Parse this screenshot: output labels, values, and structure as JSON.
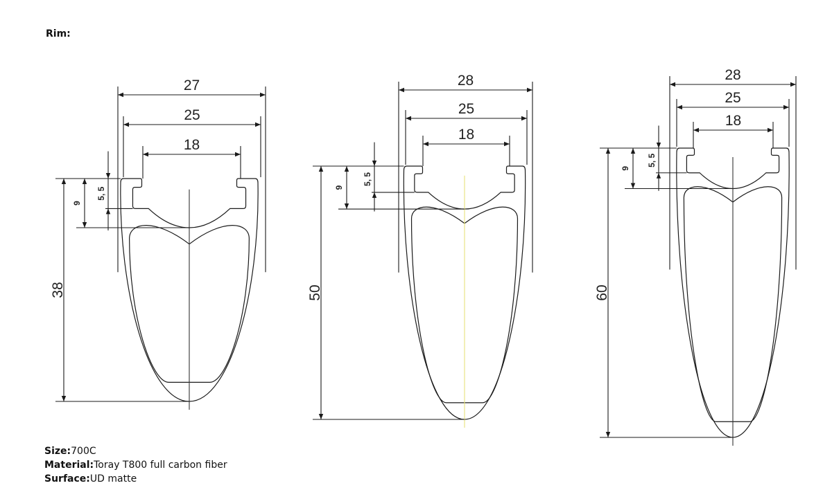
{
  "section_title": "Rim:",
  "rims": [
    {
      "depth": "38",
      "widths": [
        "27",
        "25",
        "18"
      ],
      "hook_depth": "9",
      "bead_depth": "5, 5"
    },
    {
      "depth": "50",
      "widths": [
        "28",
        "25",
        "18"
      ],
      "hook_depth": "9",
      "bead_depth": "5, 5"
    },
    {
      "depth": "60",
      "widths": [
        "28",
        "25",
        "18"
      ],
      "hook_depth": "9",
      "bead_depth": "5, 5"
    }
  ],
  "specs": [
    {
      "label": "Size:",
      "value": "700C"
    },
    {
      "label": "Material:",
      "value": "Toray T800 full carbon fiber"
    },
    {
      "label": "Surface:",
      "value": "UD matte"
    }
  ],
  "colors": {
    "line": "#1a1a1a",
    "centerline_highlight": "#e6e27a"
  }
}
